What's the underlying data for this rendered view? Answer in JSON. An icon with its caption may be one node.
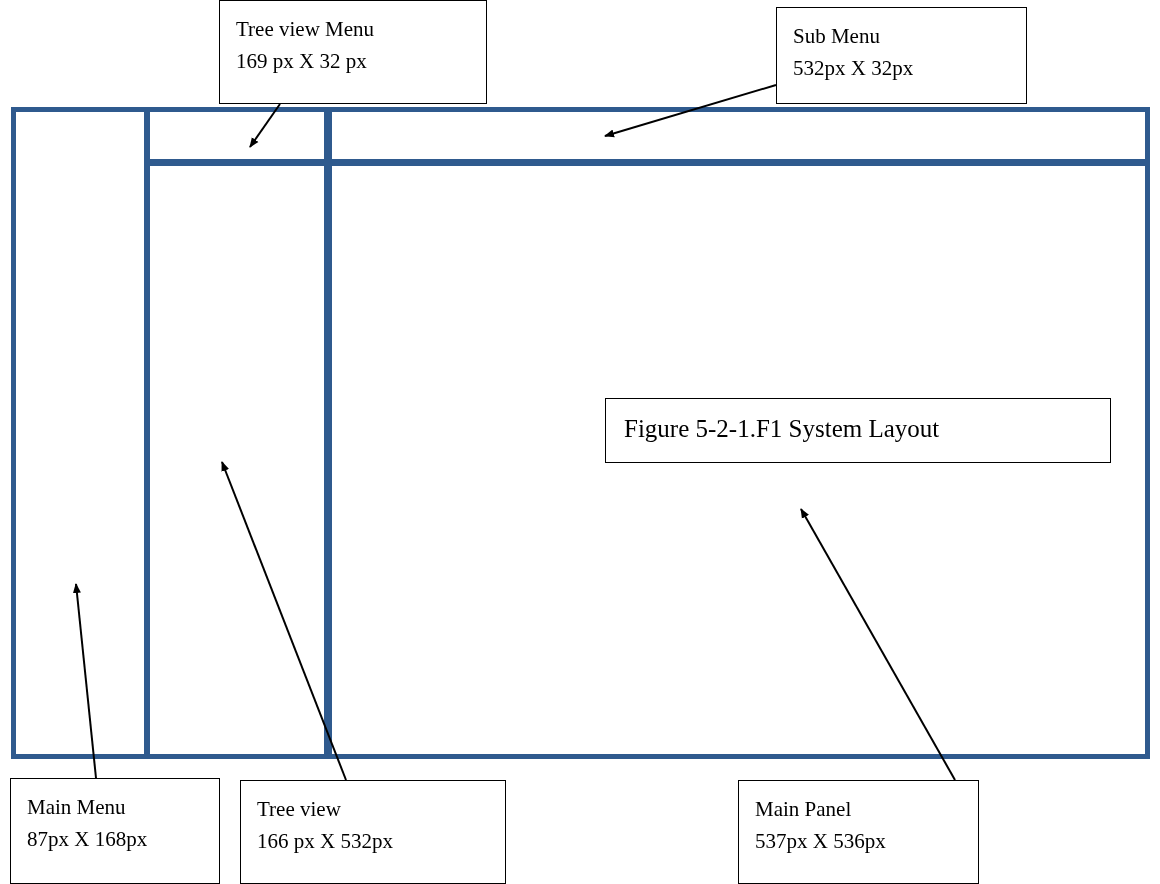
{
  "diagram": {
    "nodes": [
      {
        "text": [
          "Tree view Menu",
          "169 px X 32 px"
        ]
      },
      {
        "text": [
          "Sub Menu",
          "532px X 32px"
        ]
      },
      {
        "text": [],
        "shape": "box"
      },
      {
        "text": [],
        "shape": "box"
      },
      {
        "text": [],
        "shape": "box"
      },
      {
        "text": [],
        "shape": "box"
      },
      {
        "text": [],
        "shape": "box"
      },
      {
        "text": [
          "Figure 5-2-1.F1 System Layout"
        ],
        "in": 6
      },
      {
        "text": [
          "Main Menu",
          "87px X 168px"
        ]
      },
      {
        "text": [
          "Tree view",
          "166 px X 532px"
        ]
      },
      {
        "text": [
          "Main Panel",
          "537px X 536px"
        ]
      }
    ],
    "edges": [
      {
        "from": 0,
        "to": 2,
        "arrow": "to"
      },
      {
        "from": 1,
        "to": 3,
        "arrow": "to"
      },
      {
        "from": 8,
        "to": 4,
        "arrow": "to"
      },
      {
        "from": 9,
        "to": 5,
        "arrow": "to"
      },
      {
        "from": 10,
        "to": 6,
        "arrow": "to"
      }
    ]
  }
}
